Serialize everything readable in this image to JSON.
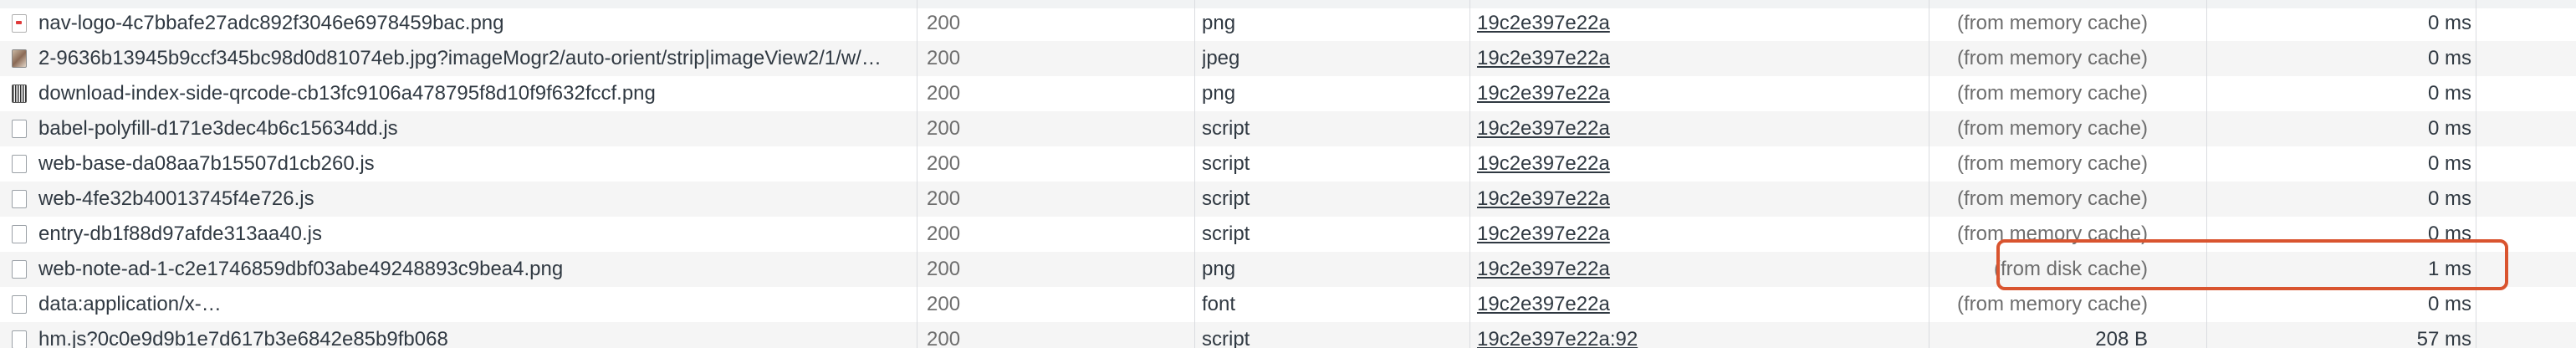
{
  "network_table": {
    "rows": [
      {
        "name": "nav-logo-4c7bbafe27adc892f3046e6978459bac.png",
        "status": "200",
        "type": "png",
        "initiator": "19c2e397e22a",
        "size": "(from memory cache)",
        "time": "0 ms",
        "icon": "image-file-icon"
      },
      {
        "name": "2-9636b13945b9ccf345bc98d0d81074eb.jpg?imageMogr2/auto-orient/strip|imageView2/1/w/…",
        "status": "200",
        "type": "jpeg",
        "initiator": "19c2e397e22a",
        "size": "(from memory cache)",
        "time": "0 ms",
        "icon": "image-file-icon"
      },
      {
        "name": "download-index-side-qrcode-cb13fc9106a478795f8d10f9f632fccf.png",
        "status": "200",
        "type": "png",
        "initiator": "19c2e397e22a",
        "size": "(from memory cache)",
        "time": "0 ms",
        "icon": "image-file-icon"
      },
      {
        "name": "babel-polyfill-d171e3dec4b6c15634dd.js",
        "status": "200",
        "type": "script",
        "initiator": "19c2e397e22a",
        "size": "(from memory cache)",
        "time": "0 ms",
        "icon": "document-icon"
      },
      {
        "name": "web-base-da08aa7b15507d1cb260.js",
        "status": "200",
        "type": "script",
        "initiator": "19c2e397e22a",
        "size": "(from memory cache)",
        "time": "0 ms",
        "icon": "document-icon"
      },
      {
        "name": "web-4fe32b40013745f4e726.js",
        "status": "200",
        "type": "script",
        "initiator": "19c2e397e22a",
        "size": "(from memory cache)",
        "time": "0 ms",
        "icon": "document-icon"
      },
      {
        "name": "entry-db1f88d97afde313aa40.js",
        "status": "200",
        "type": "script",
        "initiator": "19c2e397e22a",
        "size": "(from memory cache)",
        "time": "0 ms",
        "icon": "document-icon"
      },
      {
        "name": "web-note-ad-1-c2e1746859dbf03abe49248893c9bea4.png",
        "status": "200",
        "type": "png",
        "initiator": "19c2e397e22a",
        "size": "(from disk cache)",
        "time": "1 ms",
        "icon": "document-icon"
      },
      {
        "name": "data:application/x-…",
        "status": "200",
        "type": "font",
        "initiator": "19c2e397e22a",
        "size": "(from memory cache)",
        "time": "0 ms",
        "icon": "document-icon"
      },
      {
        "name": "hm.js?0c0e9d9b1e7d617b3e6842e85b9fb068",
        "status": "200",
        "type": "script",
        "initiator": "19c2e397e22a:92",
        "size": "208 B",
        "time": "57 ms",
        "icon": "document-icon"
      }
    ]
  },
  "colors": {
    "highlight_border": "#d9542f",
    "row_alt_background": "#f5f5f5",
    "grid_line": "#dadce0"
  }
}
